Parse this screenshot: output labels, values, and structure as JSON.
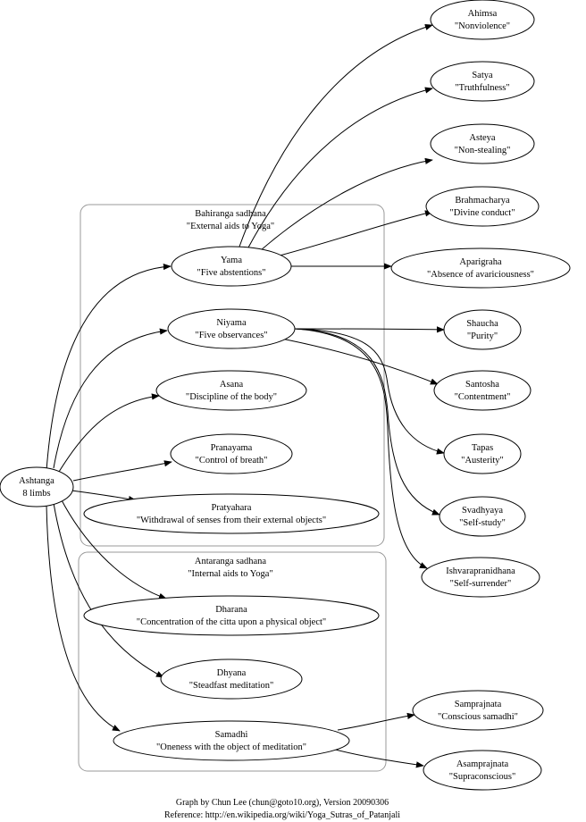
{
  "clusters": {
    "bahiranga": {
      "line1": "Bahiranga sadhana",
      "line2": "\"External aids to Yoga\""
    },
    "antaranga": {
      "line1": "Antaranga sadhana",
      "line2": "\"Internal aids to Yoga\""
    }
  },
  "nodes": {
    "ashtanga": {
      "line1": "Ashtanga",
      "line2": "8 limbs"
    },
    "yama": {
      "line1": "Yama",
      "line2": "\"Five abstentions\""
    },
    "niyama": {
      "line1": "Niyama",
      "line2": "\"Five observances\""
    },
    "asana": {
      "line1": "Asana",
      "line2": "\"Discipline of the body\""
    },
    "pranayama": {
      "line1": "Pranayama",
      "line2": "\"Control of breath\""
    },
    "pratyahara": {
      "line1": "Pratyahara",
      "line2": "\"Withdrawal of senses from their external objects\""
    },
    "dharana": {
      "line1": "Dharana",
      "line2": "\"Concentration of the citta upon a physical object\""
    },
    "dhyana": {
      "line1": "Dhyana",
      "line2": "\"Steadfast meditation\""
    },
    "samadhi": {
      "line1": "Samadhi",
      "line2": "\"Oneness with the object of meditation\""
    },
    "ahimsa": {
      "line1": "Ahimsa",
      "line2": "\"Nonviolence\""
    },
    "satya": {
      "line1": "Satya",
      "line2": "\"Truthfulness\""
    },
    "asteya": {
      "line1": "Asteya",
      "line2": "\"Non-stealing\""
    },
    "brahmacharya": {
      "line1": "Brahmacharya",
      "line2": "\"Divine conduct\""
    },
    "aparigraha": {
      "line1": "Aparigraha",
      "line2": "\"Absence of avariciousness\""
    },
    "shaucha": {
      "line1": "Shaucha",
      "line2": "\"Purity\""
    },
    "santosha": {
      "line1": "Santosha",
      "line2": "\"Contentment\""
    },
    "tapas": {
      "line1": "Tapas",
      "line2": "\"Austerity\""
    },
    "svadhyaya": {
      "line1": "Svadhyaya",
      "line2": "\"Self-study\""
    },
    "ishvarapranidhana": {
      "line1": "Ishvarapranidhana",
      "line2": "\"Self-surrender\""
    },
    "samprajnata": {
      "line1": "Samprajnata",
      "line2": "\"Conscious samadhi\""
    },
    "asamprajnata": {
      "line1": "Asamprajnata",
      "line2": "\"Supraconscious\""
    }
  },
  "edges": [
    {
      "from": "ashtanga",
      "to": "yama"
    },
    {
      "from": "ashtanga",
      "to": "niyama"
    },
    {
      "from": "ashtanga",
      "to": "asana"
    },
    {
      "from": "ashtanga",
      "to": "pranayama"
    },
    {
      "from": "ashtanga",
      "to": "pratyahara"
    },
    {
      "from": "ashtanga",
      "to": "dharana"
    },
    {
      "from": "ashtanga",
      "to": "dhyana"
    },
    {
      "from": "ashtanga",
      "to": "samadhi"
    },
    {
      "from": "yama",
      "to": "ahimsa"
    },
    {
      "from": "yama",
      "to": "satya"
    },
    {
      "from": "yama",
      "to": "asteya"
    },
    {
      "from": "yama",
      "to": "brahmacharya"
    },
    {
      "from": "yama",
      "to": "aparigraha"
    },
    {
      "from": "niyama",
      "to": "shaucha"
    },
    {
      "from": "niyama",
      "to": "santosha"
    },
    {
      "from": "niyama",
      "to": "tapas"
    },
    {
      "from": "niyama",
      "to": "svadhyaya"
    },
    {
      "from": "niyama",
      "to": "ishvarapranidhana"
    },
    {
      "from": "samadhi",
      "to": "samprajnata"
    },
    {
      "from": "samadhi",
      "to": "asamprajnata"
    }
  ],
  "footer": {
    "line1": "Graph by Chun Lee (chun@goto10.org), Version 20090306",
    "line2": "Reference: http://en.wikipedia.org/wiki/Yoga_Sutras_of_Patanjali"
  }
}
